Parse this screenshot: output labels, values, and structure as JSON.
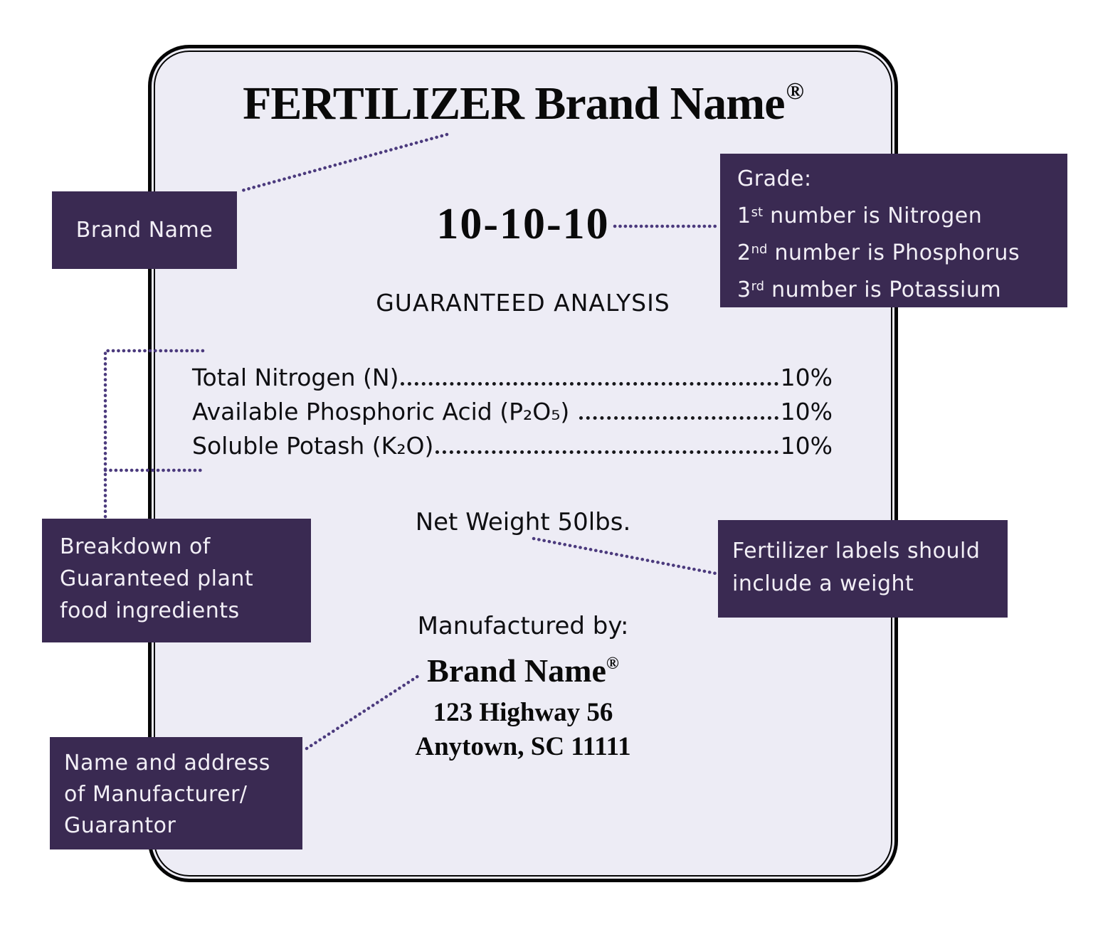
{
  "label": {
    "title": {
      "text": "FERTILIZER Brand Name",
      "registered": "®"
    },
    "grade_number": "10-10-10",
    "analysis_heading": "GUARANTEED ANALYSIS",
    "analysis_rows": [
      {
        "name": "Total Nitrogen (N)",
        "value": "10%"
      },
      {
        "name": "Available Phosphoric Acid (P₂O₅) ",
        "value": "10%"
      },
      {
        "name": "Soluble Potash (K₂O)",
        "value": "10%"
      }
    ],
    "net_weight": "Net Weight 50lbs.",
    "manufactured_by": "Manufactured by:",
    "manufacturer": {
      "name": "Brand Name",
      "registered": "®",
      "address_line1": "123 Highway 56",
      "address_line2": "Anytown, SC 11111"
    }
  },
  "annotations": {
    "brand_name": {
      "text": "Brand Name"
    },
    "grade": {
      "title": "Grade:",
      "lines": [
        {
          "ordinal": "1",
          "suffix": "st",
          "rest": " number is Nitrogen"
        },
        {
          "ordinal": "2",
          "suffix": "nd",
          "rest": " number is Phosphorus"
        },
        {
          "ordinal": "3",
          "suffix": "rd",
          "rest": " number is Potassium"
        }
      ]
    },
    "breakdown": {
      "lines": [
        "Breakdown of",
        "Guaranteed plant",
        "food ingredients"
      ]
    },
    "weight": {
      "lines": [
        "Fertilizer labels should",
        "include a weight"
      ]
    },
    "address": {
      "lines": [
        "Name and address",
        "of Manufacturer/",
        "Guarantor"
      ]
    }
  },
  "colors": {
    "callout_bg": "#3a2a52",
    "callout_text": "#f2eff6",
    "leader_dots": "#4b3a7d",
    "label_bg": "#edecf5",
    "label_border": "#050505"
  }
}
